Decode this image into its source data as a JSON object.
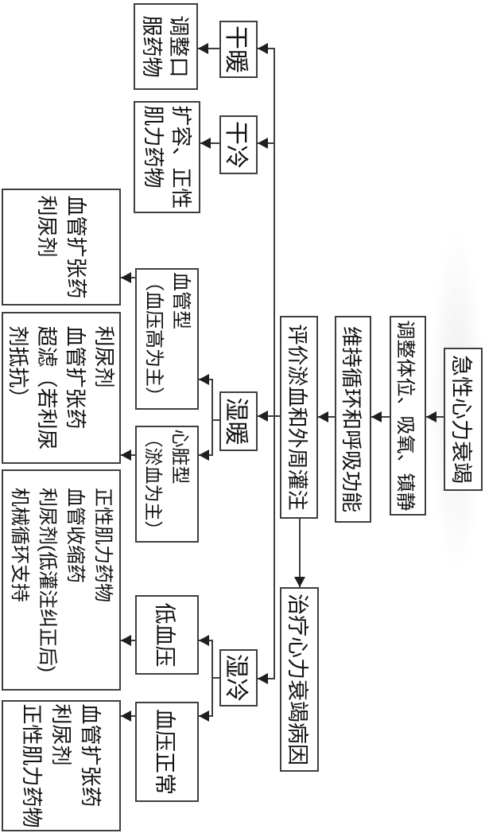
{
  "meta": {
    "diagram_type": "flowchart",
    "subject": "急性心力衰竭处理流程",
    "language": "zh-CN",
    "rotation": "90deg-clockwise",
    "colors": {
      "line": "#3f3f3f",
      "arrow": "#1f1f1f",
      "text": "#111111",
      "background": "#ffffff"
    }
  },
  "nodes": {
    "start": {
      "label": "急性心力衰竭"
    },
    "adjust_posture": {
      "label": "调整体位、吸氧、镇静"
    },
    "maintain_function": {
      "label": "维持循环和呼吸功能"
    },
    "evaluate_perfusion": {
      "label": "评价淤血和外周灌注"
    },
    "treat_cause": {
      "label": "治疗心力衰竭病因"
    },
    "dry_warm": {
      "label": "干暖"
    },
    "dry_cold": {
      "label": "干冷"
    },
    "wet_warm": {
      "label": "湿暖"
    },
    "wet_cold": {
      "label": "湿冷"
    },
    "adjust_oral_meds": {
      "label": "调整口服药物",
      "lines": [
        "调整口",
        "服药物"
      ]
    },
    "volume_expansion_inotropes": {
      "label": "扩容、正性肌力药物",
      "lines": [
        "扩容、正性",
        "肌力药物"
      ]
    },
    "vascular_type": {
      "label": "血管型（血压高为主）",
      "lines": [
        "血管型",
        "（血压高为主）"
      ]
    },
    "cardiac_type": {
      "label": "心脏型（淤血为主）",
      "lines": [
        "心脏型",
        "（淤血为主）"
      ]
    },
    "hypotension": {
      "label": "低血压"
    },
    "normal_bp": {
      "label": "血压正常"
    },
    "tx_vasodilator_diuretic": {
      "label": "血管扩张药 利尿剂",
      "lines": [
        "血管扩张药",
        "利尿剂"
      ]
    },
    "tx_diuretic_vasodilator_ultrafiltration": {
      "label": "利尿剂 血管扩张药 超滤（若利尿剂抵抗）",
      "lines": [
        "利尿剂",
        "血管扩张药",
        "超滤（若利尿",
        "剂抵抗）"
      ]
    },
    "tx_inotrope_vasoconstrictor_mcs": {
      "label": "正性肌力药物 血管收缩药 利尿剂(低灌注纠正后) 机械循环支持",
      "lines": [
        "正性肌力药物",
        "血管收缩药",
        "利尿剂(低灌注纠正后)",
        "机械循环支持"
      ]
    },
    "tx_vasodilator_diuretic_inotrope": {
      "label": "血管扩张药 利尿剂 正性肌力药物",
      "lines": [
        "血管扩张药",
        "利尿剂",
        "正性肌力药物"
      ]
    }
  },
  "edges": [
    {
      "from": "start",
      "to": "adjust_posture"
    },
    {
      "from": "adjust_posture",
      "to": "maintain_function"
    },
    {
      "from": "maintain_function",
      "to": "evaluate_perfusion"
    },
    {
      "from": "evaluate_perfusion",
      "to": "treat_cause"
    },
    {
      "from": "evaluate_perfusion",
      "to": "dry_warm"
    },
    {
      "from": "evaluate_perfusion",
      "to": "dry_cold"
    },
    {
      "from": "evaluate_perfusion",
      "to": "wet_warm"
    },
    {
      "from": "evaluate_perfusion",
      "to": "wet_cold"
    },
    {
      "from": "dry_warm",
      "to": "adjust_oral_meds"
    },
    {
      "from": "dry_cold",
      "to": "volume_expansion_inotropes"
    },
    {
      "from": "wet_warm",
      "to": "vascular_type"
    },
    {
      "from": "wet_warm",
      "to": "cardiac_type"
    },
    {
      "from": "wet_cold",
      "to": "hypotension"
    },
    {
      "from": "wet_cold",
      "to": "normal_bp"
    },
    {
      "from": "vascular_type",
      "to": "tx_vasodilator_diuretic"
    },
    {
      "from": "cardiac_type",
      "to": "tx_diuretic_vasodilator_ultrafiltration"
    },
    {
      "from": "hypotension",
      "to": "tx_inotrope_vasoconstrictor_mcs"
    },
    {
      "from": "normal_bp",
      "to": "tx_vasodilator_diuretic_inotrope"
    }
  ]
}
